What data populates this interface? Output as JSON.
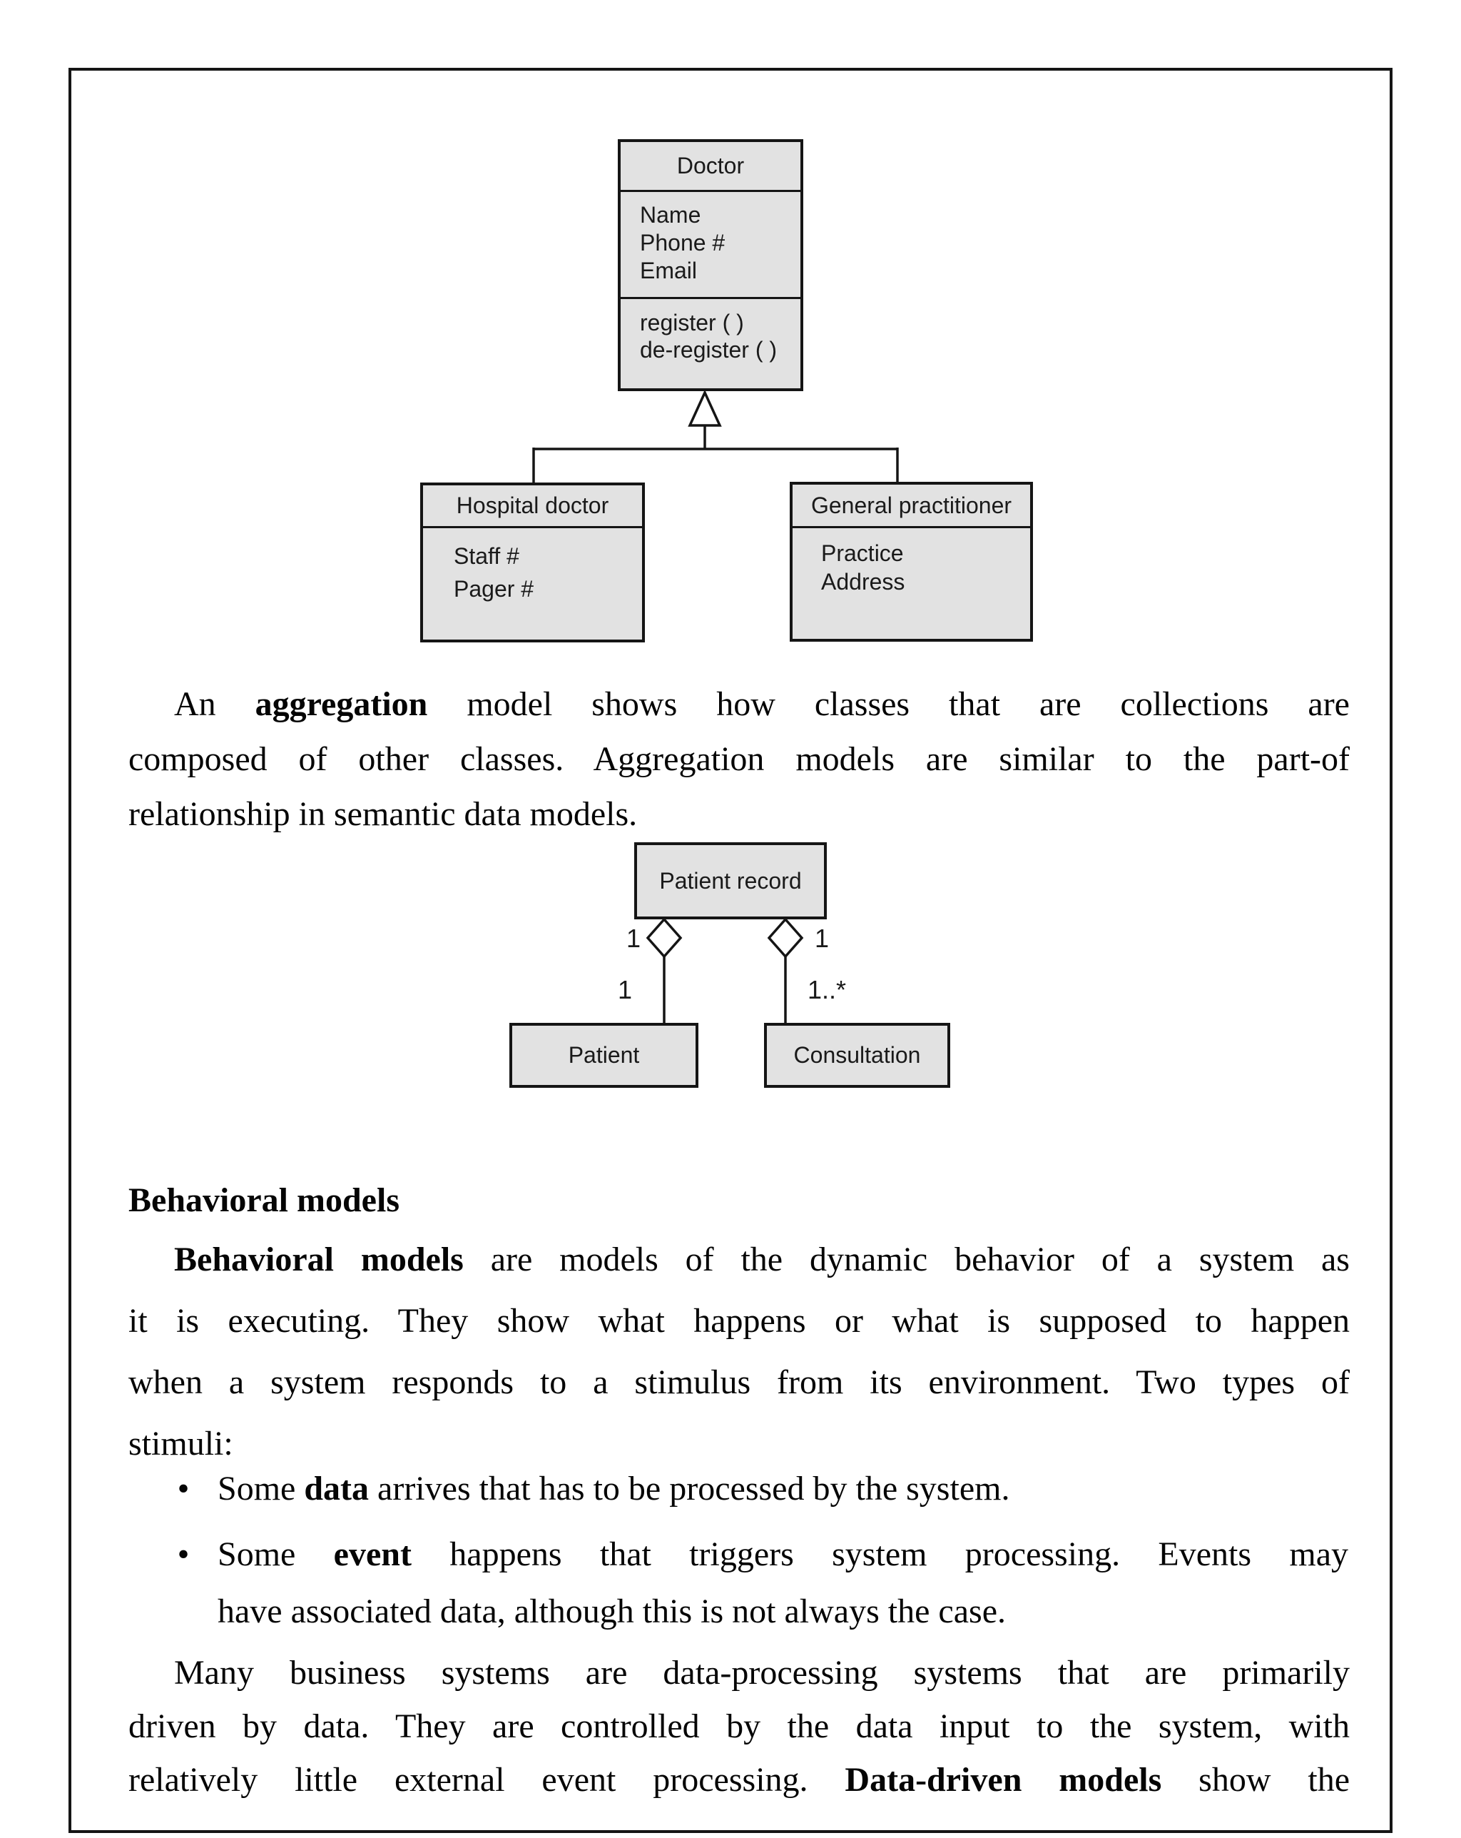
{
  "colors": {
    "box_fill": "#e2e2e2",
    "line": "#151515",
    "text": "#050505"
  },
  "class_diagram": {
    "doctor": {
      "title": "Doctor",
      "attributes": [
        "Name",
        "Phone #",
        "Email"
      ],
      "operations": [
        "register ( )",
        "de-register ( )"
      ]
    },
    "hospital": {
      "title": "Hospital doctor",
      "attributes": [
        "Staff #",
        "Pager #"
      ]
    },
    "gp": {
      "title": "General practitioner",
      "attributes": [
        "Practice",
        "Address"
      ]
    }
  },
  "aggregation_diagram": {
    "whole": "Patient record",
    "part_left": "Patient",
    "part_right": "Consultation",
    "mult_left_upper": "1",
    "mult_right_upper": "1",
    "mult_left_lower": "1",
    "mult_right_lower": "1..*"
  },
  "text": {
    "para_aggregation": [
      {
        "j": 1,
        "i": 1,
        "s": [
          [
            "An ",
            0
          ],
          [
            "aggregation",
            1
          ],
          [
            " model shows how classes that are collections are",
            0
          ]
        ]
      },
      {
        "j": 1,
        "i": 0,
        "s": [
          [
            "composed of other classes. Aggregation models are similar to the part-of",
            0
          ]
        ]
      },
      {
        "j": 0,
        "i": 0,
        "s": [
          [
            "relationship in semantic data models.",
            0
          ]
        ]
      }
    ],
    "heading_behavioral": "Behavioral models",
    "para_behavioral": [
      {
        "j": 1,
        "i": 1,
        "s": [
          [
            "Behavioral models",
            1
          ],
          [
            " are models of the dynamic behavior of a system as",
            0
          ]
        ]
      },
      {
        "j": 1,
        "i": 0,
        "s": [
          [
            "it is executing. They show what happens or what is supposed to happen",
            0
          ]
        ]
      },
      {
        "j": 1,
        "i": 0,
        "s": [
          [
            "when a system responds to a stimulus from its environment. Two types of",
            0
          ]
        ]
      },
      {
        "j": 0,
        "i": 0,
        "s": [
          [
            "stimuli:",
            0
          ]
        ]
      }
    ],
    "bullets": [
      {
        "marker": "•",
        "lines": [
          {
            "j": 0,
            "i": 0,
            "s": [
              [
                "Some ",
                0
              ],
              [
                "data",
                1
              ],
              [
                " arrives that has to be processed by the system.",
                0
              ]
            ]
          }
        ]
      },
      {
        "marker": "•",
        "lines": [
          {
            "j": 1,
            "i": 0,
            "s": [
              [
                "Some ",
                0
              ],
              [
                "event",
                1
              ],
              [
                " happens that triggers system processing. Events may",
                0
              ]
            ]
          },
          {
            "j": 0,
            "i": 0,
            "s": [
              [
                "have associated data, although this is not always the case.",
                0
              ]
            ]
          }
        ]
      }
    ],
    "para_datadriven": [
      {
        "j": 1,
        "i": 1,
        "s": [
          [
            "Many business systems are data-processing systems that are primarily",
            0
          ]
        ]
      },
      {
        "j": 1,
        "i": 0,
        "s": [
          [
            "driven by data. They are controlled by the data input to the system, with",
            0
          ]
        ]
      },
      {
        "j": 1,
        "i": 0,
        "s": [
          [
            "relatively little external event processing. ",
            0
          ],
          [
            "Data-driven models",
            1
          ],
          [
            " show the",
            0
          ]
        ]
      }
    ]
  }
}
